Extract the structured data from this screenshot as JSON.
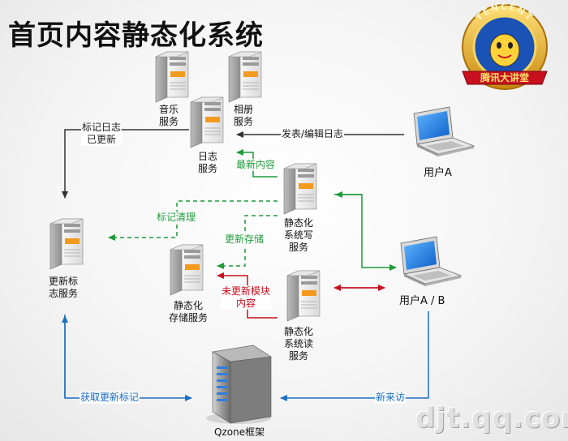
{
  "title": "首页内容静态化系统",
  "logo": {
    "arc_text": "TENCENT",
    "ribbon_text": "腾讯大讲堂",
    "icon": "tencent-penguin-medal"
  },
  "watermark": "djt.qq.com",
  "nodes": {
    "music": "音乐\n服务",
    "album": "相册\n服务",
    "log": "日志\n服务",
    "user_a": "用户A",
    "static_write": "静态化\n系统写\n服务",
    "update_mark": "更新标\n志服务",
    "static_store": "静态化\n存储服务",
    "static_read": "静态化\n系统读\n服务",
    "user_ab": "用户A / B",
    "qzone": "Qzone框架"
  },
  "edges": {
    "mark_updated": "标记日志\n已更新",
    "publish": "发表/编辑日志",
    "latest": "最新内容",
    "clean_mark": "标记清理",
    "update_store": "更新存储",
    "not_updated": "未更新模块\n内容",
    "get_mark": "获取更新标记",
    "new_visit": "新来访"
  },
  "colors": {
    "green": "#1f9a3a",
    "red": "#c8101e",
    "blue": "#1d6fc4",
    "dark": "#333333"
  }
}
